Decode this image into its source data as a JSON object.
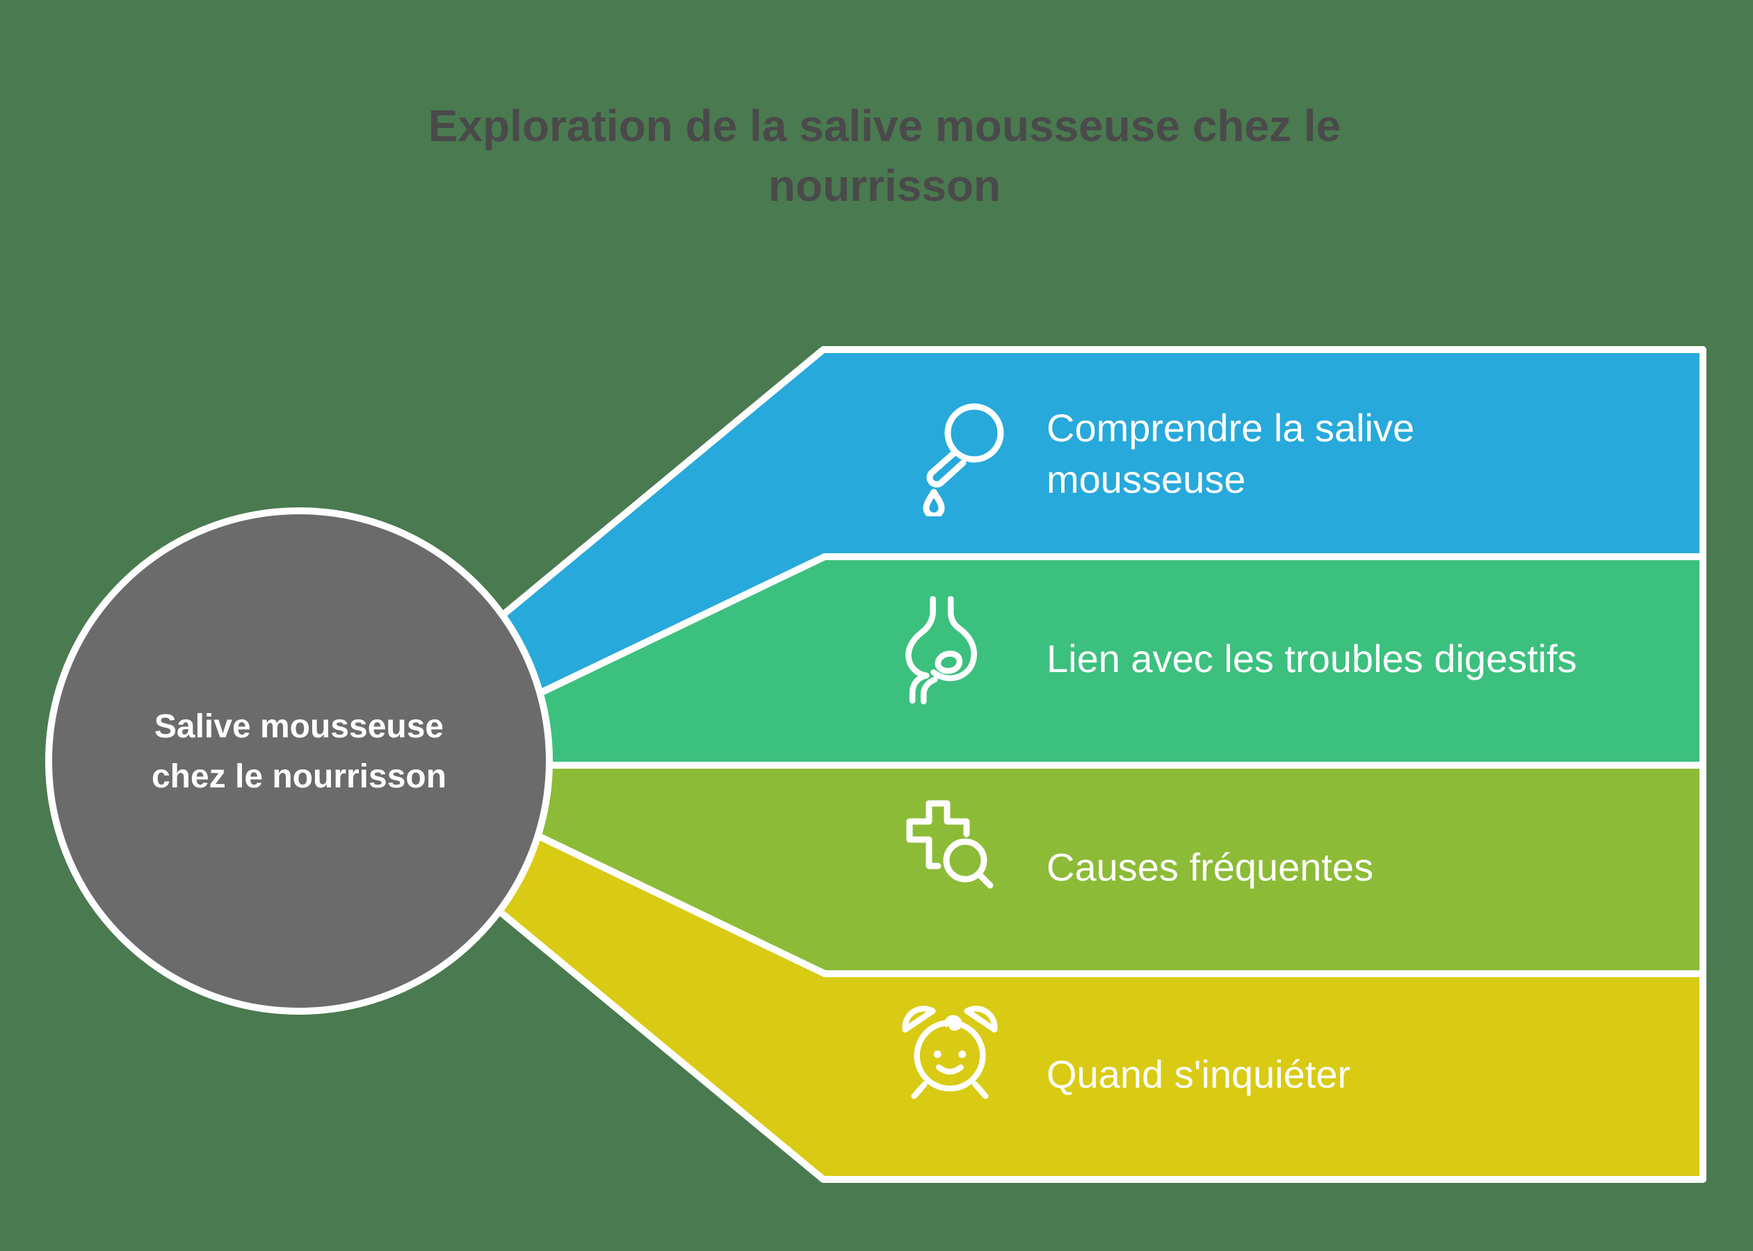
{
  "title": "Exploration de la salive mousseuse chez le nourrisson",
  "colors": {
    "background": "#4a7a50",
    "title_text": "#4a4a4a",
    "circle_fill": "#6b6b6b",
    "outline": "#ffffff",
    "band1": "#27a9db",
    "band2": "#3cc07e",
    "band3": "#8cbb37",
    "band4": "#d9ca13"
  },
  "center_node": {
    "label": "Salive mousseuse chez le nourrisson"
  },
  "bands": [
    {
      "label": "Comprendre la salive mousseuse",
      "icon": "dropper-icon"
    },
    {
      "label": "Lien avec les troubles digestifs",
      "icon": "stomach-icon"
    },
    {
      "label": "Causes fréquentes",
      "icon": "medical-cross-search-icon"
    },
    {
      "label": "Quand s'inquiéter",
      "icon": "alarm-clock-baby-icon"
    }
  ]
}
